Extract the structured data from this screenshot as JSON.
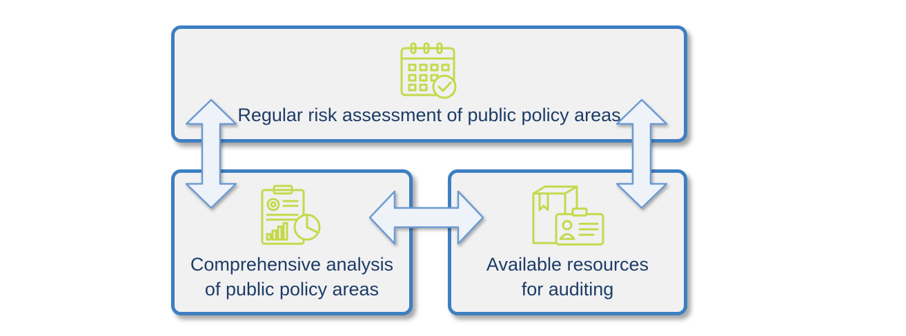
{
  "boxes": {
    "top": {
      "lines": [
        "Regular risk assessment of public policy areas"
      ],
      "icon": "calendar-check-icon"
    },
    "left": {
      "lines": [
        "Comprehensive analysis",
        "of public policy areas"
      ],
      "icon": "clipboard-report-chart-icon"
    },
    "right": {
      "lines": [
        "Available resources",
        "for auditing"
      ],
      "icon": "books-id-badge-icon"
    }
  },
  "colors": {
    "box_border": "#3d7fc1",
    "box_fill": "#f1f1f2",
    "text": "#1d3c66",
    "icon": "#c4d94a",
    "arrow_fill": "#eef3fa",
    "arrow_stroke": "#6c9ad0"
  }
}
